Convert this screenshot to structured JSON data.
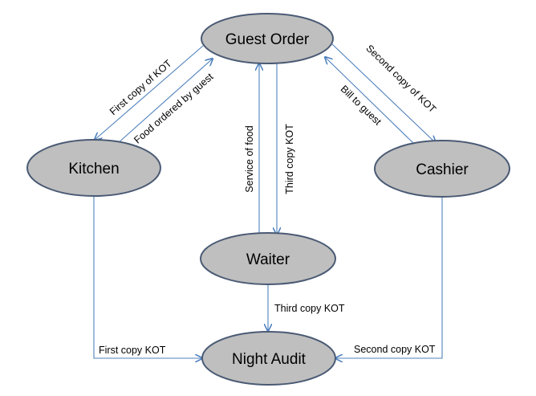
{
  "nodes": {
    "guest_order": "Guest Order",
    "kitchen": "Kitchen",
    "cashier": "Cashier",
    "waiter": "Waiter",
    "night_audit": "Night Audit"
  },
  "edges": {
    "first_copy_of_kot": "First  copy of KOT",
    "food_ordered_by_guest": "Food ordered by guest",
    "service_of_food": "Service of food",
    "third_copy_kot_vertical": "Third copy KOT",
    "second_copy_of_kot": "Second copy of KOT",
    "bill_to_guest": "Bill to guest",
    "third_copy_kot_audit": "Third copy KOT",
    "first_copy_kot_audit": "First  copy KOT",
    "second_copy_kot_audit": "Second copy KOT"
  },
  "colors": {
    "node_fill": "#bfbfbf",
    "node_stroke": "#4a5a74",
    "edge": "#4f81bd"
  }
}
